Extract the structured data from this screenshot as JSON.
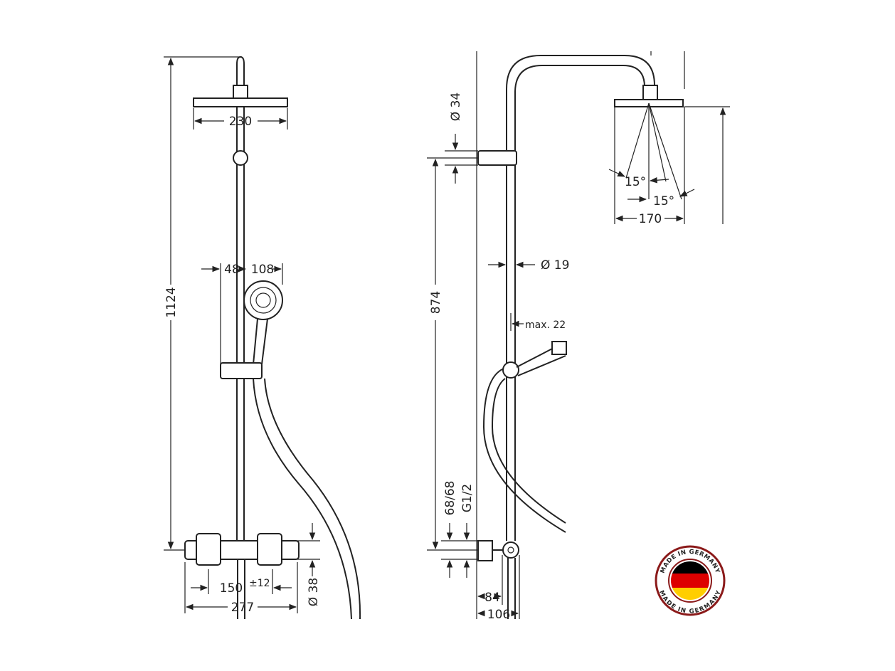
{
  "front_view": {
    "dim_total_height": "1124",
    "dim_head_width": "230",
    "dim_handshower_offset": "48",
    "dim_handshower_width": "108",
    "dim_centers": "150",
    "dim_centers_tol": "±12",
    "dim_mixer_width": "277",
    "dim_mixer_diameter": "Ø 38"
  },
  "side_view": {
    "dim_pipe_diameter": "Ø 34",
    "dim_rail_height": "874",
    "dim_rail_diameter": "Ø 19",
    "dim_max": "max. 22",
    "dim_connection": "68/68",
    "dim_thread": "G1/2",
    "dim_depth_1": "84",
    "dim_depth_2": "106",
    "dim_head_width": "170",
    "dim_angle_1": "15°",
    "dim_angle_2": "15°"
  },
  "badge": {
    "text_top": "MADE IN GERMANY",
    "text_bottom": "MADE IN GERMANY",
    "flag_colors": [
      "#000000",
      "#DD0000",
      "#FFCE00"
    ],
    "ring_color": "#8B1A1A"
  }
}
